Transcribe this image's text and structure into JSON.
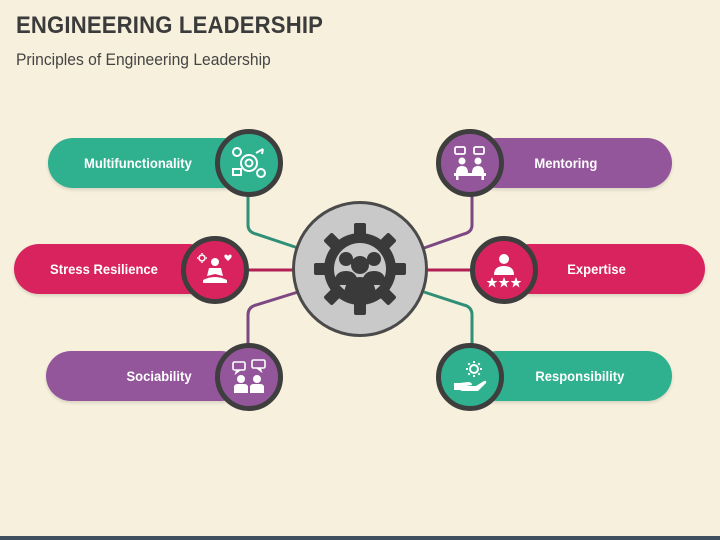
{
  "header": {
    "title": "ENGINEERING LEADERSHIP",
    "subtitle": "Principles of Engineering Leadership"
  },
  "center": {
    "icon": "gear-team-icon"
  },
  "principles": [
    {
      "label": "Multifunctionality",
      "side": "left",
      "color": "#2fb08f",
      "icon": "target-chart-icon"
    },
    {
      "label": "Stress Resilience",
      "side": "left",
      "color": "#d8235e",
      "icon": "meditation-icon"
    },
    {
      "label": "Sociability",
      "side": "left",
      "color": "#94569b",
      "icon": "conversation-icon"
    },
    {
      "label": "Mentoring",
      "side": "right",
      "color": "#94569b",
      "icon": "presentation-icon"
    },
    {
      "label": "Expertise",
      "side": "right",
      "color": "#d8235e",
      "icon": "rated-person-icon"
    },
    {
      "label": "Responsibility",
      "side": "right",
      "color": "#2fb08f",
      "icon": "hand-gear-icon"
    }
  ],
  "colors": {
    "background": "#f6f0dc",
    "teal": "#2fb08f",
    "magenta": "#d8235e",
    "purple": "#94569b",
    "hub": "#c9c9c9",
    "outline": "#3e3e3e"
  }
}
